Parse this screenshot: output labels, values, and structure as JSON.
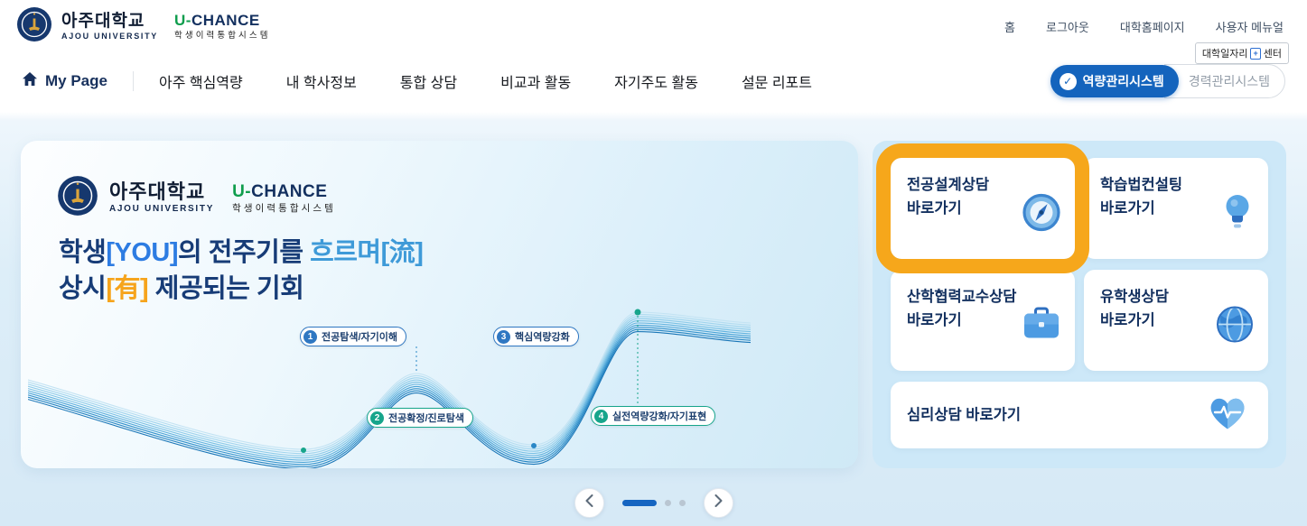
{
  "brand": {
    "university_kr": "아주대학교",
    "university_en": "AJOU UNIVERSITY",
    "uchance_p1": "U-",
    "uchance_p2": "CHANCE",
    "uchance_sub": "학생이력통합시스템"
  },
  "top_links": [
    "홈",
    "로그아웃",
    "대학홈페이지",
    "사용자 메뉴얼"
  ],
  "nav": {
    "my_page": "My Page",
    "items": [
      "아주 핵심역량",
      "내 학사정보",
      "통합 상담",
      "비교과 활동",
      "자기주도 활동",
      "설문 리포트"
    ]
  },
  "system_switch": {
    "active": "역량관리시스템",
    "inactive": "경력관리시스템",
    "check": "✓",
    "tooltip": {
      "left": "대학일자리",
      "plus": "+",
      "right": "센터"
    }
  },
  "banner": {
    "title": {
      "l1a": "학생",
      "l1b": "[YOU]",
      "l1c": "의 전주기를 ",
      "l1d": "흐르며[流]",
      "l2a": "상시",
      "l2b": "[有]",
      "l2c": " 제공되는 기회"
    },
    "steps": [
      {
        "num": "1",
        "label": "전공탐색/자기이해"
      },
      {
        "num": "2",
        "label": "전공확정/진로탐색"
      },
      {
        "num": "3",
        "label": "핵심역량강화"
      },
      {
        "num": "4",
        "label": "실전역량강화/자기표현"
      }
    ]
  },
  "quick_links": [
    {
      "title": "전공설계상담",
      "subtitle": "바로가기",
      "icon": "compass-icon",
      "highlighted": true
    },
    {
      "title": "학습법컨설팅",
      "subtitle": "바로가기",
      "icon": "lightbulb-icon",
      "highlighted": false
    },
    {
      "title": "산학협력교수상담",
      "subtitle": "바로가기",
      "icon": "briefcase-icon",
      "highlighted": false
    },
    {
      "title": "유학생상담",
      "subtitle": "바로가기",
      "icon": "globe-icon",
      "highlighted": false
    },
    {
      "title": "심리상담 바로가기",
      "icon": "heart-pulse-icon",
      "highlighted": false
    }
  ],
  "carousel": {
    "page_count": 3,
    "active_page": 1
  },
  "colors": {
    "accent_blue": "#1565c1",
    "highlight_orange": "#f6a71b",
    "panel_blue": "#cde8f8",
    "step_blue": "#2f77c2",
    "step_green": "#17a58b",
    "title_navy": "#173c77",
    "title_you_blue": "#2d7ce2",
    "title_flow_blue": "#3e9ad8",
    "title_yu_orange": "#f6a41c"
  }
}
